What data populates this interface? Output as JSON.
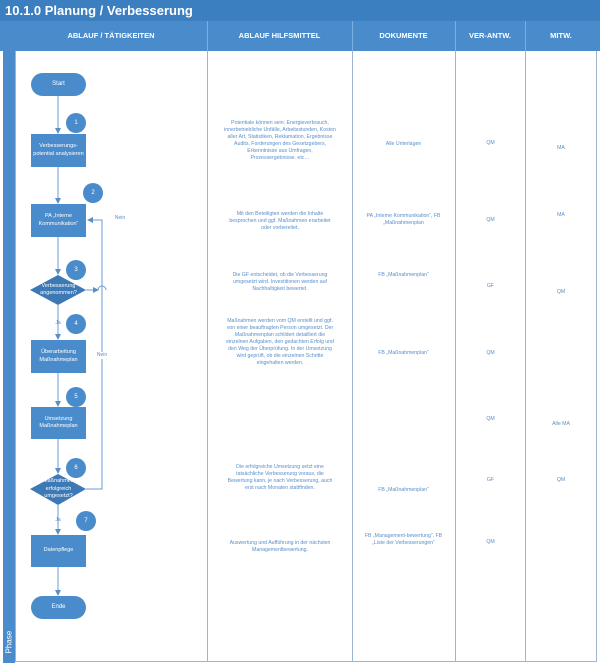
{
  "title": "10.1.0 Planung / Verbesserung",
  "headers": [
    "ABLAUF / TÄTIGKEITEN",
    "ABLAUF HILFSMITTEL",
    "DOKUMENTE",
    "VER-ANTW.",
    "MITW."
  ],
  "phase": "Phase",
  "colors": {
    "primary": "#3c7fc1",
    "shape": "#4a8ccb",
    "text": "#5b8fc8"
  },
  "flow": {
    "start": "Start",
    "end": "Ende",
    "steps": [
      {
        "num": "1",
        "label": "Verbesserungs-potential analysieren"
      },
      {
        "num": "2",
        "label": "PA „Interne Kommunikation“"
      },
      {
        "num": "3",
        "label": "Verbesserung angenommen?"
      },
      {
        "num": "4",
        "label": "Überarbeitung Maßnahmeplan"
      },
      {
        "num": "5",
        "label": "Umsetzung Maßnahmeplan"
      },
      {
        "num": "6",
        "label": "Maßnahmen erfolgreich umgesetzt?"
      },
      {
        "num": "7",
        "label": "Datenpflege"
      }
    ],
    "no": "Nein",
    "yes": "Ja"
  },
  "hilfsmittel": [
    "Potentiale können sein: Energieverbrauch, innerbetriebliche Unfälle, Arbeitsstunden, Kosten aller Art, Statistiken, Reklamation, Ergebnisse Audits, Forderungen des Gesetzgebers, Erkenntnisse aus Umfragen, Prozessergebnisse. etc…",
    "Mit den Beteiligten werden die Inhalte besprochen und ggf. Maßnahmen erarbeitet oder vorbereitet.",
    "Die GF entscheidet, ob die Verbesserung umgesetzt wird. Investitionen werden auf Nachhaltigkeit bewertet.",
    "Maßnahmen werden vom QM erstellt und ggf. von einer beauftragten Person umgesetzt. Der Maßnahmenplan schildert detailliert die einzelnen Aufgaben, den gedachten Erfolg und den Weg der Überprüfung. In der Umsetzung wird geprüft, ob die einzelnen Schritte eingehalten werden.",
    "Die erfolgreiche Umsetzung setzt eine tatsächliche Verbesserung voraus, die Bewertung kann, je nach Verbesserung, auch erst nach Monaten stattfinden.",
    "Auswertung und Aufführung in der nächsten Managementbewertung."
  ],
  "dokumente": [
    "Alle Unterlagen",
    "PA „Interne Kommunikation“, FB „Maßnahmenplan",
    "FB „Maßnahmenplan“",
    "FB „Maßnahmenplan“",
    "FB „Maßnahmenplan“",
    "FB „Management-bewertung“, FB „Liste der Verbesserungen“"
  ],
  "verantw": [
    "QM",
    "QM",
    "GF",
    "QM",
    "QM",
    "GF",
    "QM"
  ],
  "mitw": [
    "MA",
    "MA",
    "QM",
    "Alle MA",
    "QM"
  ]
}
